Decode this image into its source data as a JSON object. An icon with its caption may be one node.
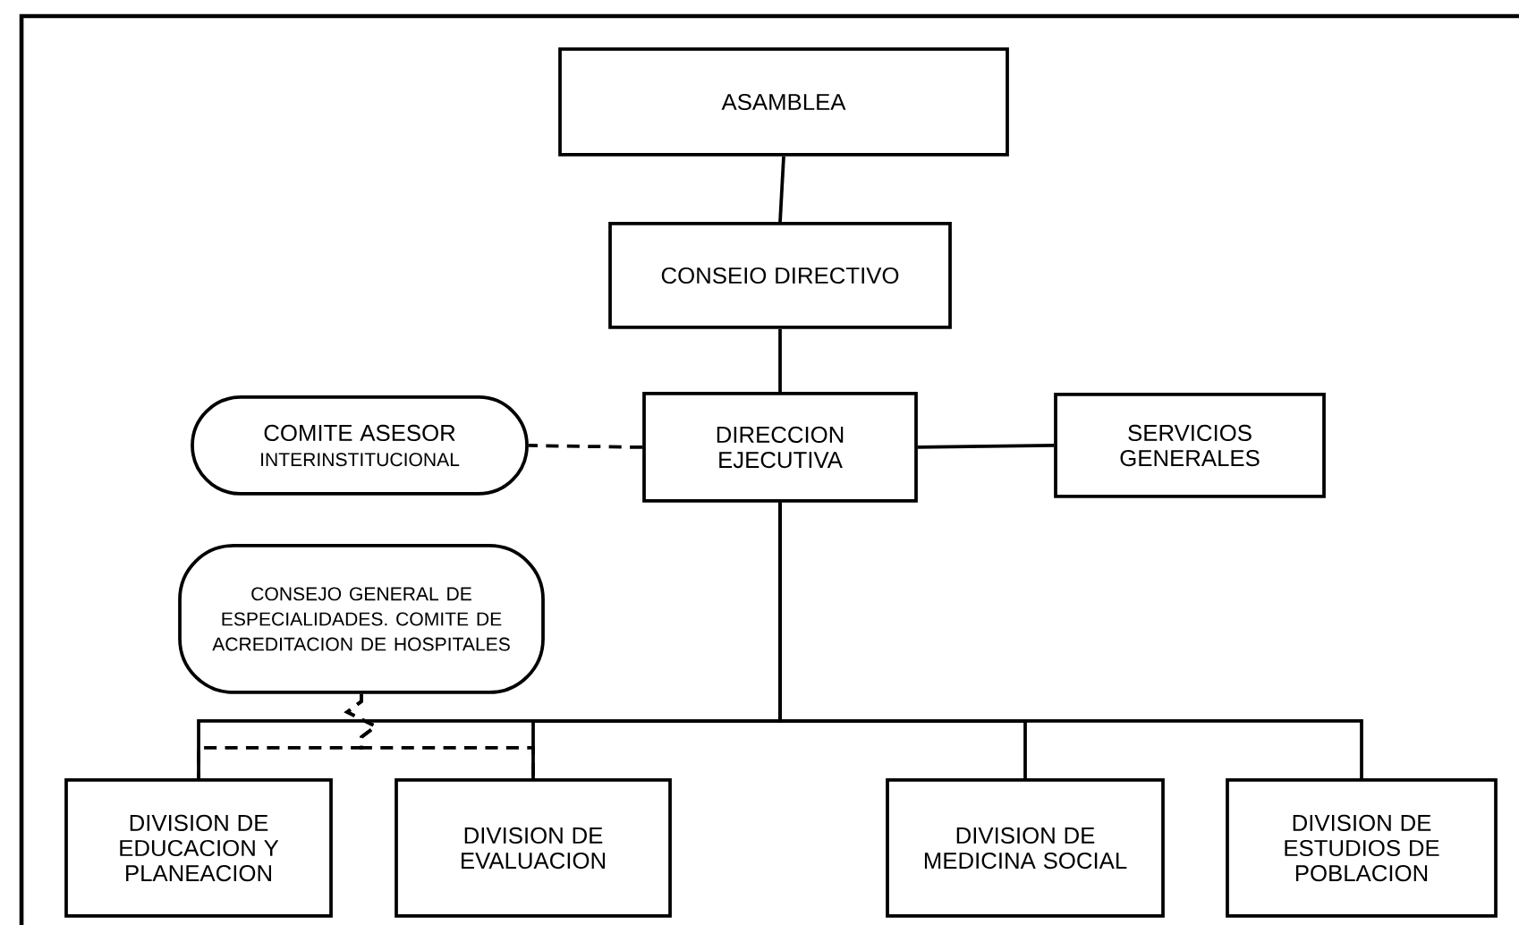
{
  "diagram": {
    "nodes": [
      {
        "text": [
          "ASAMBLEA"
        ]
      },
      {
        "text": [
          "CONSEIO DIRECTIVO"
        ]
      },
      {
        "text": [
          "DIRECCION EJECUTIVA"
        ]
      },
      {
        "text": [
          "COMITE ASESOR",
          "INTERINSTITUCIONAL"
        ]
      },
      {
        "text": [
          "SERVICIOS GENERALES"
        ]
      },
      {
        "text": [
          "CONSEJO GENERAL DE ESPECIALIDADES. COMITE DE ACREDITACION DE HOSPITALES"
        ]
      },
      {
        "text": [
          "DIVISION DE EDUCACION Y PLANEACION"
        ]
      },
      {
        "text": [
          "DIVISION DE EVALUACION"
        ]
      },
      {
        "text": [
          "DIVISION DE MEDICINA SOCIAL"
        ]
      },
      {
        "text": [
          "DIVISION DE ESTUDIOS DE POBLACION"
        ]
      }
    ],
    "edges": [
      {
        "from": 0,
        "to": 1,
        "arrow": "none"
      },
      {
        "from": 1,
        "to": 2,
        "arrow": "none"
      },
      {
        "from": 2,
        "to": 3,
        "arrow": "none",
        "style": "dashed"
      },
      {
        "from": 2,
        "to": 4,
        "arrow": "none"
      },
      {
        "from": 2,
        "to": 6,
        "arrow": "none"
      },
      {
        "from": 2,
        "to": 7,
        "arrow": "none"
      },
      {
        "from": 2,
        "to": 8,
        "arrow": "none"
      },
      {
        "from": 2,
        "to": 9,
        "arrow": "none"
      },
      {
        "from": 5,
        "to": 6,
        "arrow": "none",
        "style": "dashed"
      },
      {
        "from": 5,
        "to": 7,
        "arrow": "none",
        "style": "dashed"
      }
    ]
  }
}
